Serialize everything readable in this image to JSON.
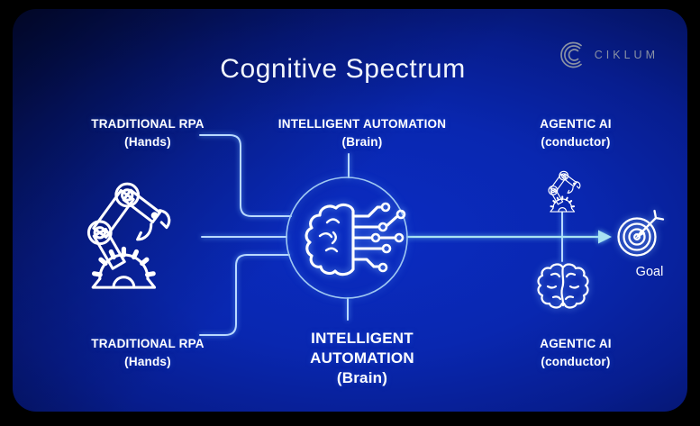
{
  "title": "Cognitive Spectrum",
  "brand": {
    "name": "CIKLUM"
  },
  "labels": {
    "top_left": {
      "line1": "TRADITIONAL RPA",
      "line2": "(Hands)"
    },
    "top_center": {
      "line1": "INTELLIGENT AUTOMATION",
      "line2": "(Brain)"
    },
    "top_right": {
      "line1": "AGENTIC AI",
      "line2": "(conductor)"
    },
    "bottom_left": {
      "line1": "TRADITIONAL RPA",
      "line2": "(Hands)"
    },
    "bottom_center": {
      "line1": "INTELLIGENT AUTOMATION",
      "line2": "(Brain)"
    },
    "bottom_right": {
      "line1": "AGENTIC AI",
      "line2": "(conductor)"
    },
    "goal": "Goal"
  },
  "icons": {
    "left": "robot-arm-icon",
    "center": "brain-circuit-icon",
    "right_top": "robot-arm-icon",
    "right_bottom": "brain-icon",
    "end": "target-goal-icon",
    "brand": "ciklum-arcs-icon"
  },
  "colors": {
    "bg-center": "#0a2cc2",
    "bg-edge": "#02061c",
    "line": "#b9d9ff",
    "arrow": "#a9e3f2",
    "icon": "#ffffff",
    "brand": "#8a92a4",
    "title": "#f2f6fc"
  }
}
